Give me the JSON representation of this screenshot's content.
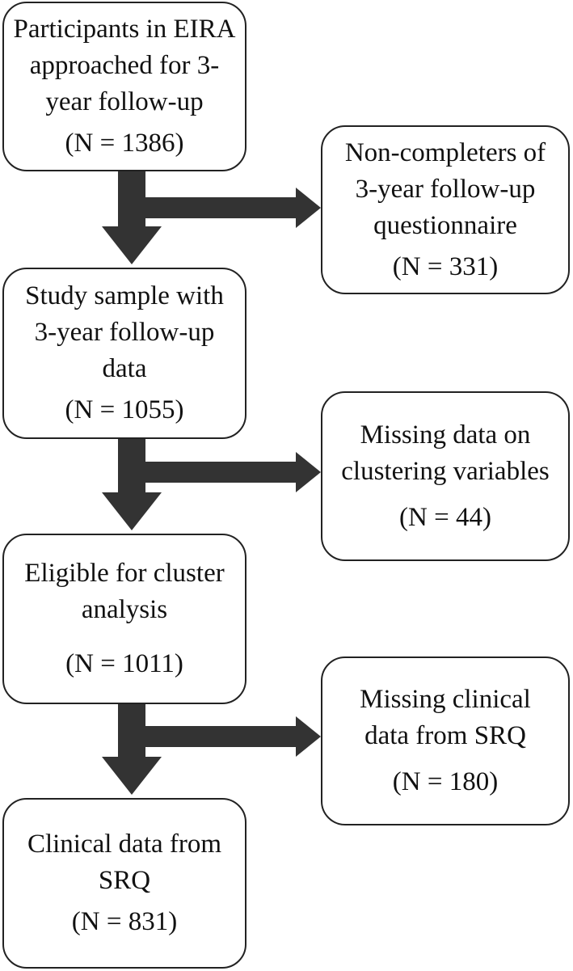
{
  "main_flow": [
    {
      "lines": [
        "Participants in EIRA",
        "approached for 3-",
        "year follow-up"
      ],
      "n": "(N = 1386)"
    },
    {
      "lines": [
        "Study sample with",
        "3-year follow-up",
        "data"
      ],
      "n": "(N = 1055)"
    },
    {
      "lines": [
        "Eligible for cluster",
        "analysis"
      ],
      "n": "(N = 1011)"
    },
    {
      "lines": [
        "Clinical data from",
        "SRQ"
      ],
      "n": "(N = 831)"
    }
  ],
  "exclusions": [
    {
      "lines": [
        "Non-completers of",
        "3-year follow-up",
        "questionnaire"
      ],
      "n": "(N = 331)"
    },
    {
      "lines": [
        "Missing data on",
        "clustering variables"
      ],
      "n": "(N = 44)"
    },
    {
      "lines": [
        "Missing clinical",
        "data from SRQ"
      ],
      "n": "(N = 180)"
    }
  ]
}
